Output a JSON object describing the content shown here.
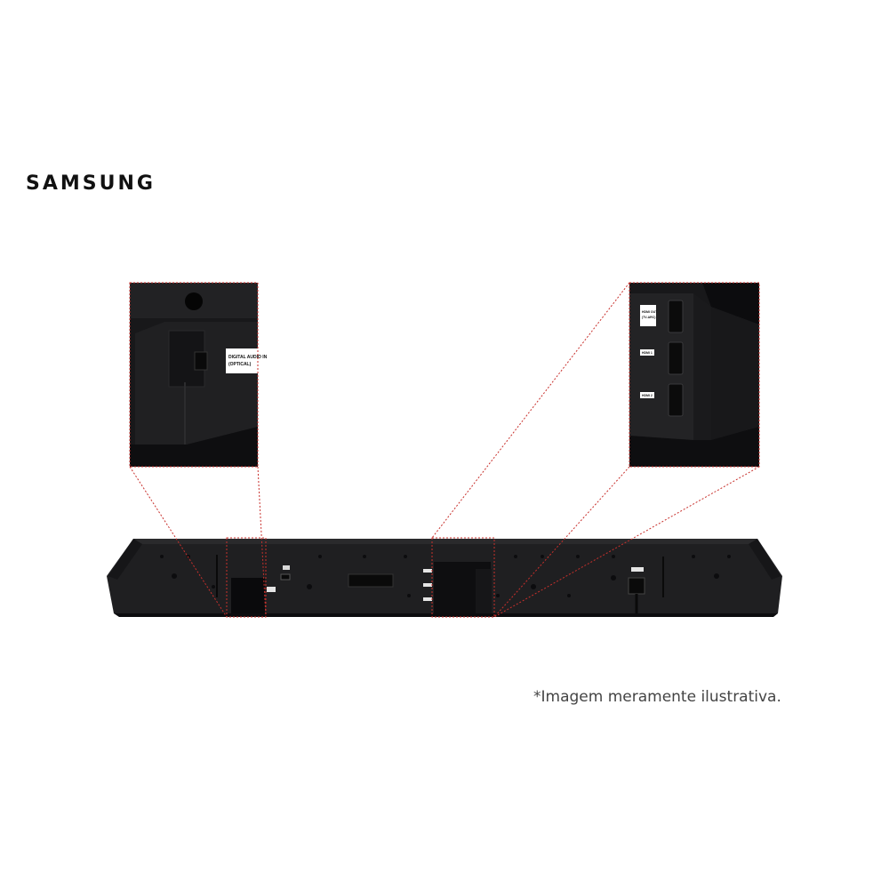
{
  "brand": {
    "name": "SAMSUNG"
  },
  "left_inset": {
    "label_line1": "DIGITAL AUDIO IN",
    "label_line2": "(OPTICAL)"
  },
  "right_inset": {
    "label_top_line1": "HDMI OUT",
    "label_top_line2": "(TV-ARC)",
    "label_mid": "HDMI 1",
    "label_bottom": "HDMI 2"
  },
  "caption": "*Imagem meramente ilustrativa.",
  "colors": {
    "callout": "#c8302c",
    "device": "#1f1f21",
    "device_dark": "#101012"
  }
}
